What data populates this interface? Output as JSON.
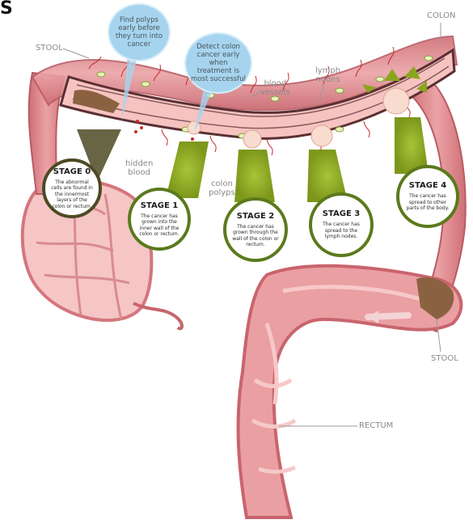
{
  "corner_glyph": "S",
  "labels": {
    "colon": "COLON",
    "stool_left": "STOOL",
    "stool_right": "STOOL",
    "rectum": "RECTUM",
    "hidden_blood_line1": "hidden",
    "hidden_blood_line2": "blood",
    "colon_polyps_line1": "colon",
    "colon_polyps_line2": "polyps",
    "blood_vessels_line1": "blood",
    "blood_vessels_line2": "vessels",
    "lymph_nodes_line1": "lymph",
    "lymph_nodes_line2": "nodes"
  },
  "bubbles": [
    {
      "text": "Find polyps early before they turn into cancer"
    },
    {
      "text": "Detect colon cancer early when treatment is most successful"
    }
  ],
  "stages": [
    {
      "title": "STAGE 0",
      "desc": "The abnormal cells are found in the innermost layers of the colon or rectum."
    },
    {
      "title": "STAGE 1",
      "desc": "The cancer has grown into the inner wall of the colon or rectum."
    },
    {
      "title": "STAGE 2",
      "desc": "The cancer has grown through the wall of the colon or rectum."
    },
    {
      "title": "STAGE 3",
      "desc": "The cancer has spread to the lymph nodes."
    },
    {
      "title": "STAGE 4",
      "desc": "The cancer has spread to other parts of the body."
    }
  ],
  "colors": {
    "colon_tissue": "#e59a9e",
    "colon_dark": "#b8575e",
    "tube_lumen": "#f6c3c0",
    "tube_outline": "#5a2f33",
    "stage_green": "#8aa51d",
    "stage_dark": "#4d4a24",
    "bubble_blue": "#a6d4ee",
    "stool_brown": "#8b6241",
    "label_grey": "#8a8a8a"
  }
}
